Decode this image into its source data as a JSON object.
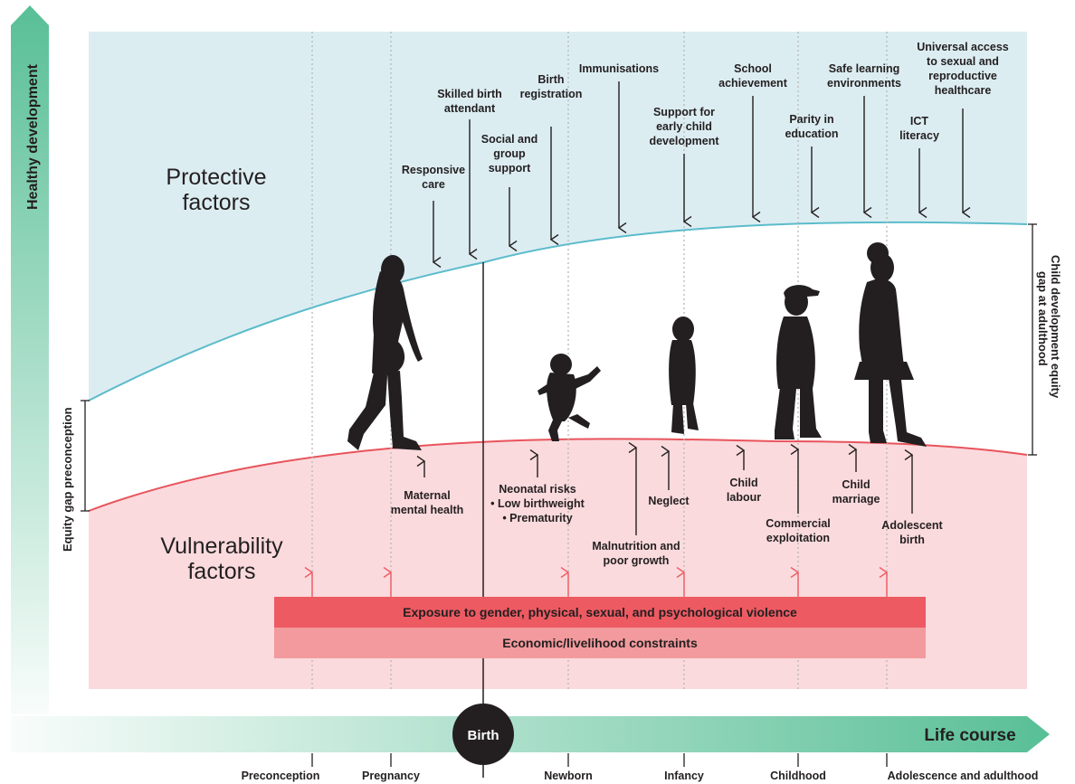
{
  "axes": {
    "vertical_label": "Healthy development",
    "equity_gap_preconception": "Equity gap preconception",
    "equity_gap_adulthood": [
      "Child development equity",
      "gap at adulthood"
    ],
    "life_course_label": "Life course",
    "birth_label": "Birth"
  },
  "headings": {
    "protective": [
      "Protective",
      "factors"
    ],
    "vulnerability": [
      "Vulnerability",
      "factors"
    ]
  },
  "bands": {
    "violence": "Exposure to gender, physical, sexual, and psychological violence",
    "economic": "Economic/livelihood constraints"
  },
  "stages": [
    "Preconception",
    "Pregnancy",
    "Newborn",
    "Infancy",
    "Childhood",
    "Adolescence and adulthood"
  ],
  "protective_factors": [
    {
      "id": "responsive-care",
      "lines": [
        "Responsive",
        "care"
      ]
    },
    {
      "id": "skilled-birth-attendant",
      "lines": [
        "Skilled birth",
        "attendant"
      ]
    },
    {
      "id": "social-group-support",
      "lines": [
        "Social and",
        "group",
        "support"
      ]
    },
    {
      "id": "birth-registration",
      "lines": [
        "Birth",
        "registration"
      ]
    },
    {
      "id": "immunisations",
      "lines": [
        "Immunisations"
      ]
    },
    {
      "id": "early-child-development",
      "lines": [
        "Support for",
        "early child",
        "development"
      ]
    },
    {
      "id": "school-achievement",
      "lines": [
        "School",
        "achievement"
      ]
    },
    {
      "id": "parity-in-education",
      "lines": [
        "Parity in",
        "education"
      ]
    },
    {
      "id": "safe-learning-environments",
      "lines": [
        "Safe learning",
        "environments"
      ]
    },
    {
      "id": "ict-literacy",
      "lines": [
        "ICT",
        "literacy"
      ]
    },
    {
      "id": "universal-access",
      "lines": [
        "Universal access",
        "to sexual and",
        "reproductive",
        "healthcare"
      ]
    }
  ],
  "vulnerability_factors": [
    {
      "id": "maternal-mental-health",
      "lines": [
        "Maternal",
        "mental health"
      ]
    },
    {
      "id": "neonatal-risks",
      "lines": [
        "Neonatal risks",
        "• Low birthweight",
        "• Prematurity"
      ]
    },
    {
      "id": "malnutrition",
      "lines": [
        "Malnutrition and",
        "poor growth"
      ]
    },
    {
      "id": "neglect",
      "lines": [
        "Neglect"
      ]
    },
    {
      "id": "child-labour",
      "lines": [
        "Child",
        "labour"
      ]
    },
    {
      "id": "commercial-exploitation",
      "lines": [
        "Commercial",
        "exploitation"
      ]
    },
    {
      "id": "child-marriage",
      "lines": [
        "Child",
        "marriage"
      ]
    },
    {
      "id": "adolescent-birth",
      "lines": [
        "Adolescent",
        "birth"
      ]
    }
  ],
  "colors": {
    "protective_fill": "#dcedf2",
    "protective_curve": "#5bbccb",
    "vulnerability_fill": "#fadadd",
    "vulnerability_curve": "#e8545c",
    "violence_band": "#ed5a62",
    "economic_band": "#f29a9d",
    "life_course_green": "#58bf96",
    "silhouette": "#231f20"
  }
}
